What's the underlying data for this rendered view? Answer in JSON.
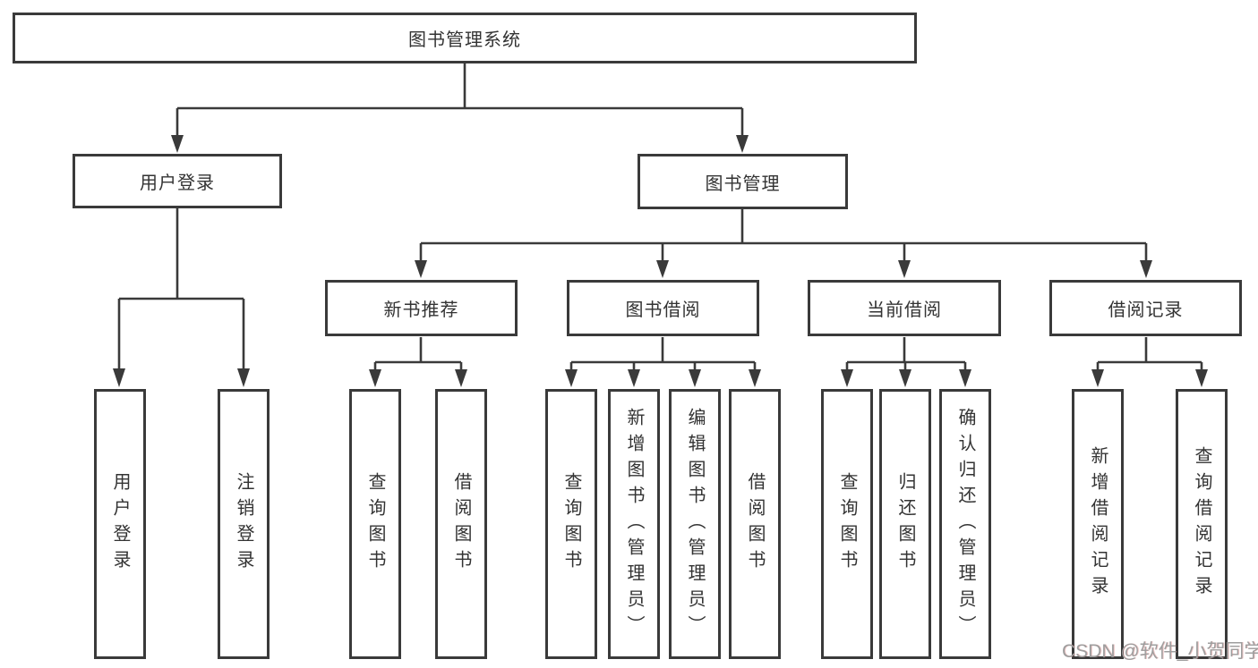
{
  "diagram": {
    "root": {
      "label": "图书管理系统"
    },
    "level2": {
      "user_login": "用户登录",
      "book_management": "图书管理"
    },
    "level3": {
      "new_book": "新书推荐",
      "book_borrow": "图书借阅",
      "current_borrow": "当前借阅",
      "borrow_record": "借阅记录"
    },
    "leaves": {
      "user_login": "用户登录",
      "logout": "注销登录",
      "nb_query_book": "查询图书",
      "nb_borrow_book": "借阅图书",
      "bb_query_book": "查询图书",
      "bb_add_book": "新增图书（管理员）",
      "bb_edit_book": "编辑图书（管理员）",
      "bb_borrow_book": "借阅图书",
      "cb_query_book": "查询图书",
      "cb_return_book": "归还图书",
      "cb_confirm_return": "确认归还（管理员）",
      "br_add_record": "新增借阅记录",
      "br_query_record": "查询借阅记录"
    }
  },
  "watermark": "CSDN @软件_小贺同学",
  "colors": {
    "line": "#3a3a3a",
    "text": "#333333",
    "watermark": "#9e9e9e",
    "background": "#ffffff"
  }
}
